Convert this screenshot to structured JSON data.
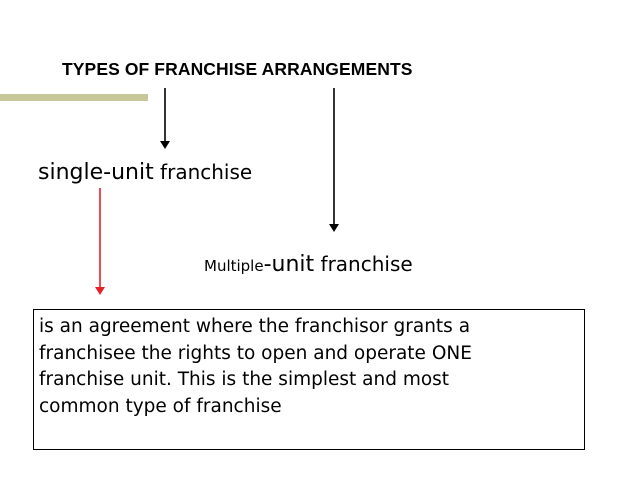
{
  "title": "TYPES OF FRANCHISE ARRANGEMENTS",
  "single_unit": {
    "part1": "single-unit",
    "part2": " franchise"
  },
  "multiple_unit": {
    "part1": "Multiple",
    "part2": "-unit",
    "part3": " franchise"
  },
  "definition": {
    "text": "is an agreement where the franchisor grants a\nfranchisee the rights to open and operate ONE\n franchise unit. This is the simplest and most\ncommon type of franchise"
  },
  "colors": {
    "accent": "#c8c79a",
    "arrow_black": "#000000",
    "arrow_red": "#e8202a"
  }
}
